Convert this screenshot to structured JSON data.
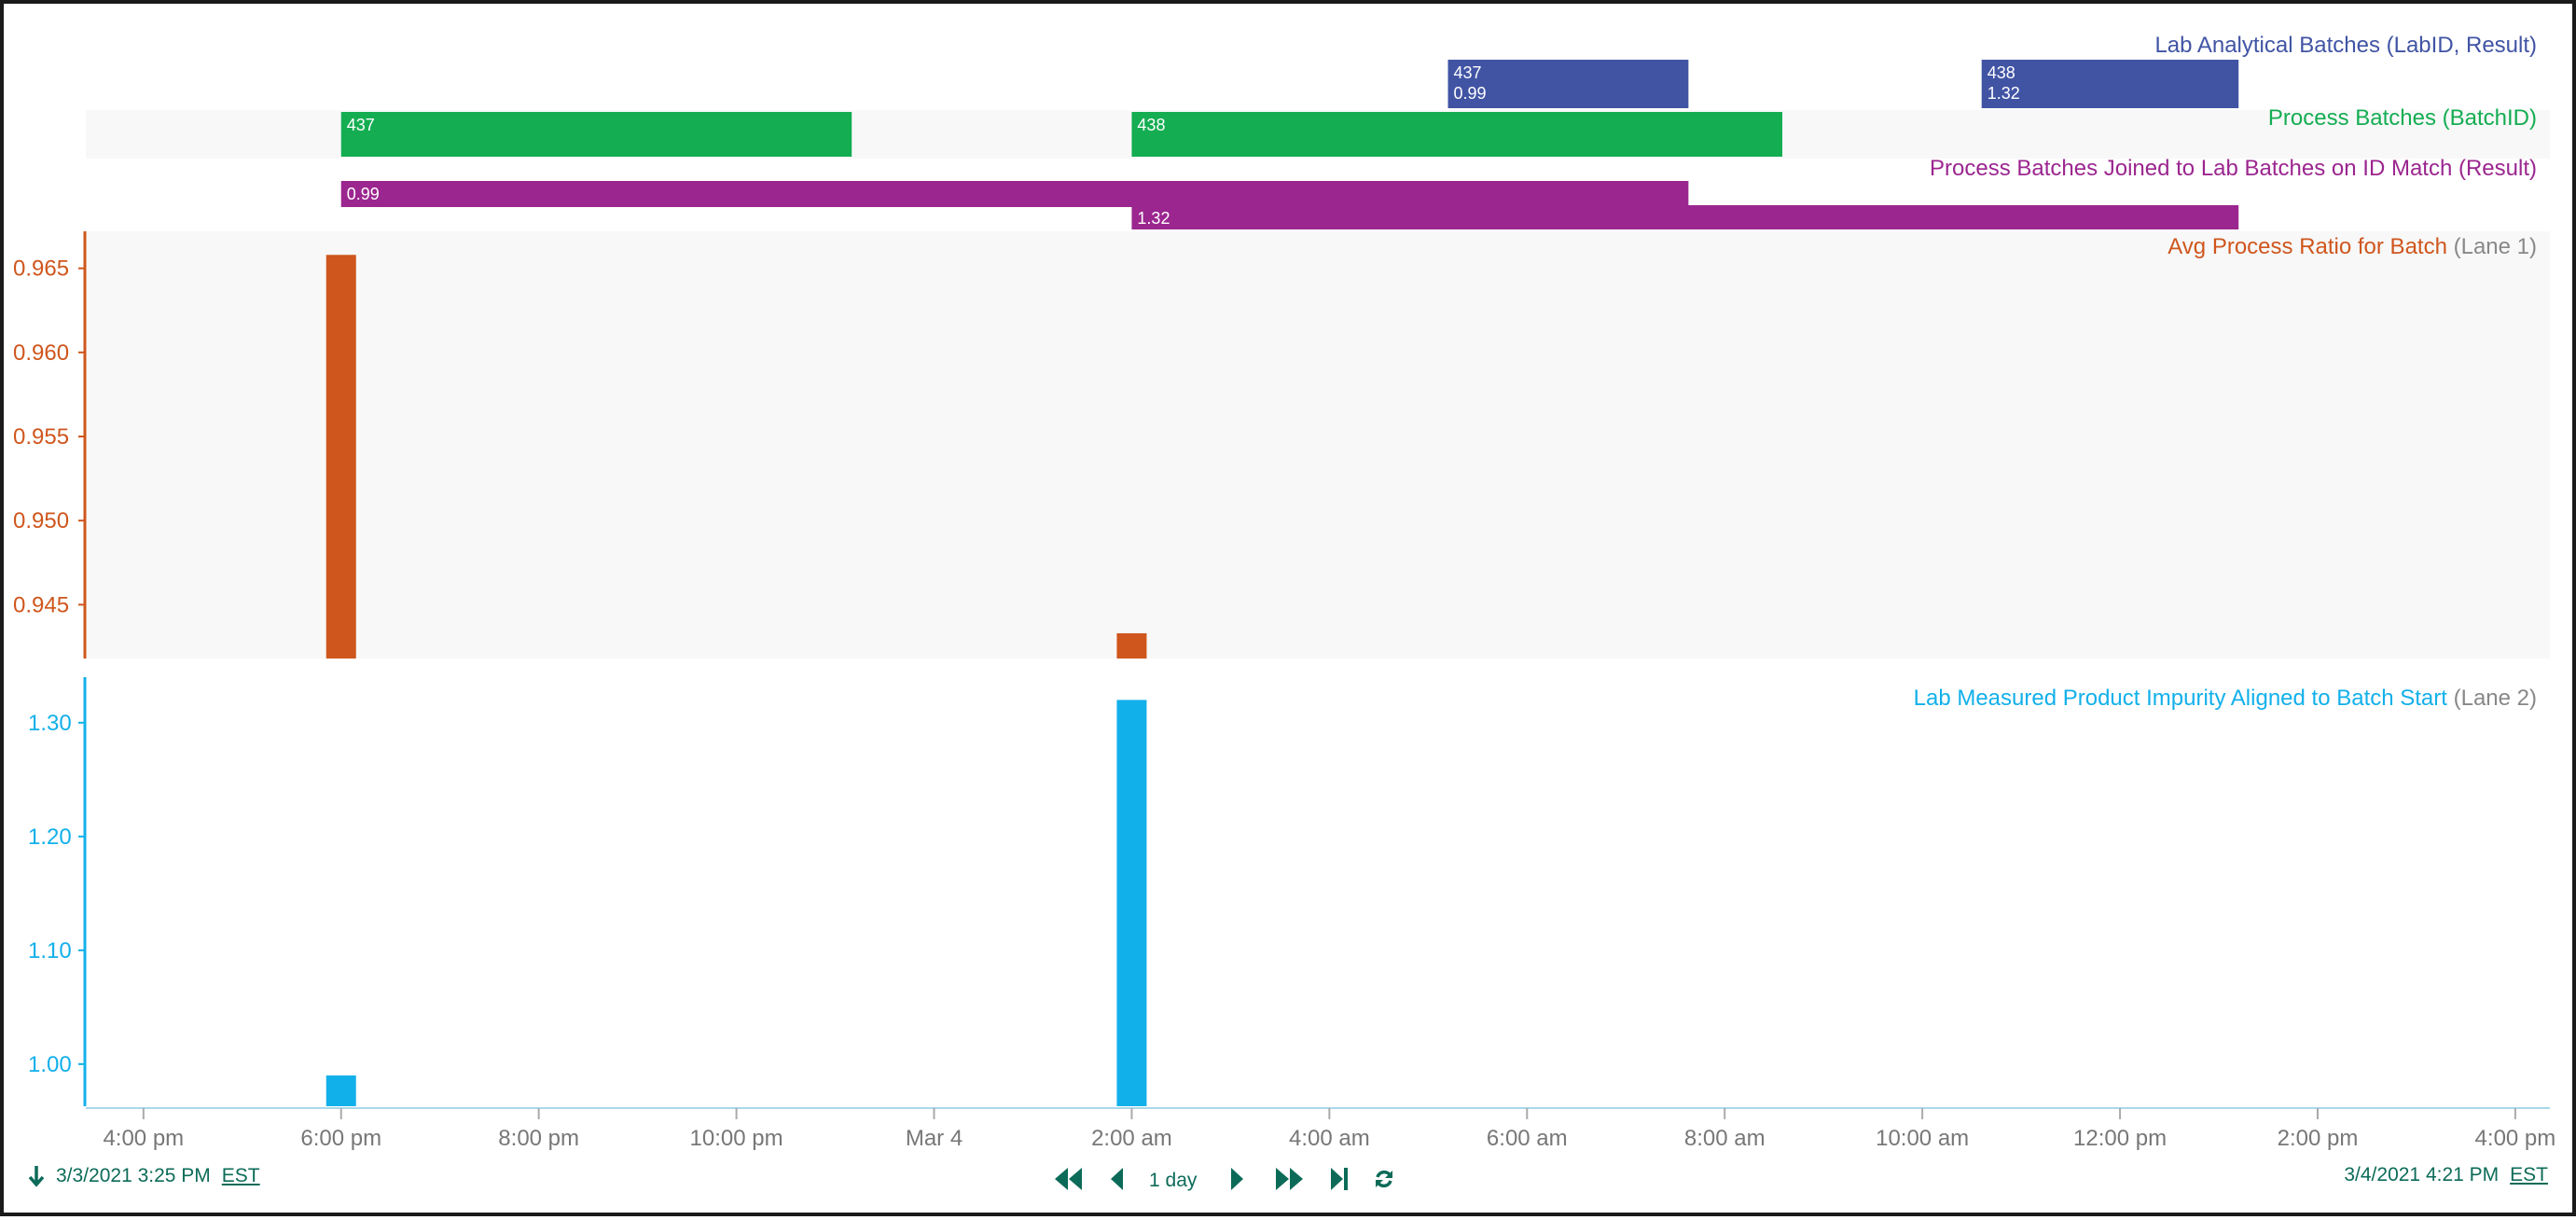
{
  "chart_data": {
    "type": "bar",
    "x_axis": {
      "start": "2021-03-03 15:25",
      "end": "2021-03-04 16:21",
      "ticks": [
        {
          "label": "4:00 pm",
          "time": "2021-03-03 16:00"
        },
        {
          "label": "6:00 pm",
          "time": "2021-03-03 18:00"
        },
        {
          "label": "8:00 pm",
          "time": "2021-03-03 20:00"
        },
        {
          "label": "10:00 pm",
          "time": "2021-03-03 22:00"
        },
        {
          "label": "Mar 4",
          "time": "2021-03-04 00:00"
        },
        {
          "label": "2:00 am",
          "time": "2021-03-04 02:00"
        },
        {
          "label": "4:00 am",
          "time": "2021-03-04 04:00"
        },
        {
          "label": "6:00 am",
          "time": "2021-03-04 06:00"
        },
        {
          "label": "8:00 am",
          "time": "2021-03-04 08:00"
        },
        {
          "label": "10:00 am",
          "time": "2021-03-04 10:00"
        },
        {
          "label": "12:00 pm",
          "time": "2021-03-04 12:00"
        },
        {
          "label": "2:00 pm",
          "time": "2021-03-04 14:00"
        },
        {
          "label": "4:00 pm",
          "time": "2021-03-04 16:00"
        }
      ]
    },
    "condition_lanes": [
      {
        "name": "Lab Analytical Batches (LabID, Result)",
        "color": "#4154a4",
        "capsules": [
          {
            "start": "2021-03-04 05:12",
            "end": "2021-03-04 07:38",
            "labels": [
              "437",
              "0.99"
            ]
          },
          {
            "start": "2021-03-04 10:36",
            "end": "2021-03-04 13:12",
            "labels": [
              "438",
              "1.32"
            ]
          }
        ]
      },
      {
        "name": "Process Batches (BatchID)",
        "color": "#14ad52",
        "capsules": [
          {
            "start": "2021-03-03 18:00",
            "end": "2021-03-03 23:10",
            "labels": [
              "437"
            ]
          },
          {
            "start": "2021-03-04 02:00",
            "end": "2021-03-04 08:35",
            "labels": [
              "438"
            ]
          }
        ]
      },
      {
        "name": "Process Batches Joined to Lab Batches on ID Match (Result)",
        "color": "#9b268f",
        "capsules": [
          {
            "start": "2021-03-03 18:00",
            "end": "2021-03-04 07:38",
            "labels": [
              "0.99"
            ]
          },
          {
            "start": "2021-03-04 02:00",
            "end": "2021-03-04 13:12",
            "labels": [
              "1.32"
            ]
          }
        ]
      }
    ],
    "lanes": [
      {
        "name": "Avg Process Ratio for Batch",
        "lane_tag": "(Lane 1)",
        "color": "#cf561d",
        "ylim": [
          0.9418,
          0.9672
        ],
        "yticks": [
          0.945,
          0.95,
          0.955,
          0.96,
          0.965
        ],
        "ytick_labels": [
          "0.945",
          "0.950",
          "0.955",
          "0.960",
          "0.965"
        ],
        "bars": [
          {
            "time": "2021-03-03 18:00",
            "value": 0.9658
          },
          {
            "time": "2021-03-04 02:00",
            "value": 0.9433
          }
        ]
      },
      {
        "name": "Lab Measured Product Impurity Aligned to Batch Start",
        "lane_tag": "(Lane 2)",
        "color": "#12b0ea",
        "ylim": [
          0.963,
          1.34
        ],
        "yticks": [
          1.0,
          1.1,
          1.2,
          1.3
        ],
        "ytick_labels": [
          "1.00",
          "1.10",
          "1.20",
          "1.30"
        ],
        "bars": [
          {
            "time": "2021-03-03 18:00",
            "value": 0.99
          },
          {
            "time": "2021-03-04 02:00",
            "value": 1.32
          }
        ]
      }
    ]
  },
  "controls": {
    "start_label": "3/3/2021 3:25 PM",
    "end_label": "3/4/2021 4:21 PM",
    "timezone": "EST",
    "duration": "1 day"
  },
  "colors": {
    "control": "#0c6b58",
    "axis_text": "#777777",
    "lane_tag": "#888888"
  }
}
